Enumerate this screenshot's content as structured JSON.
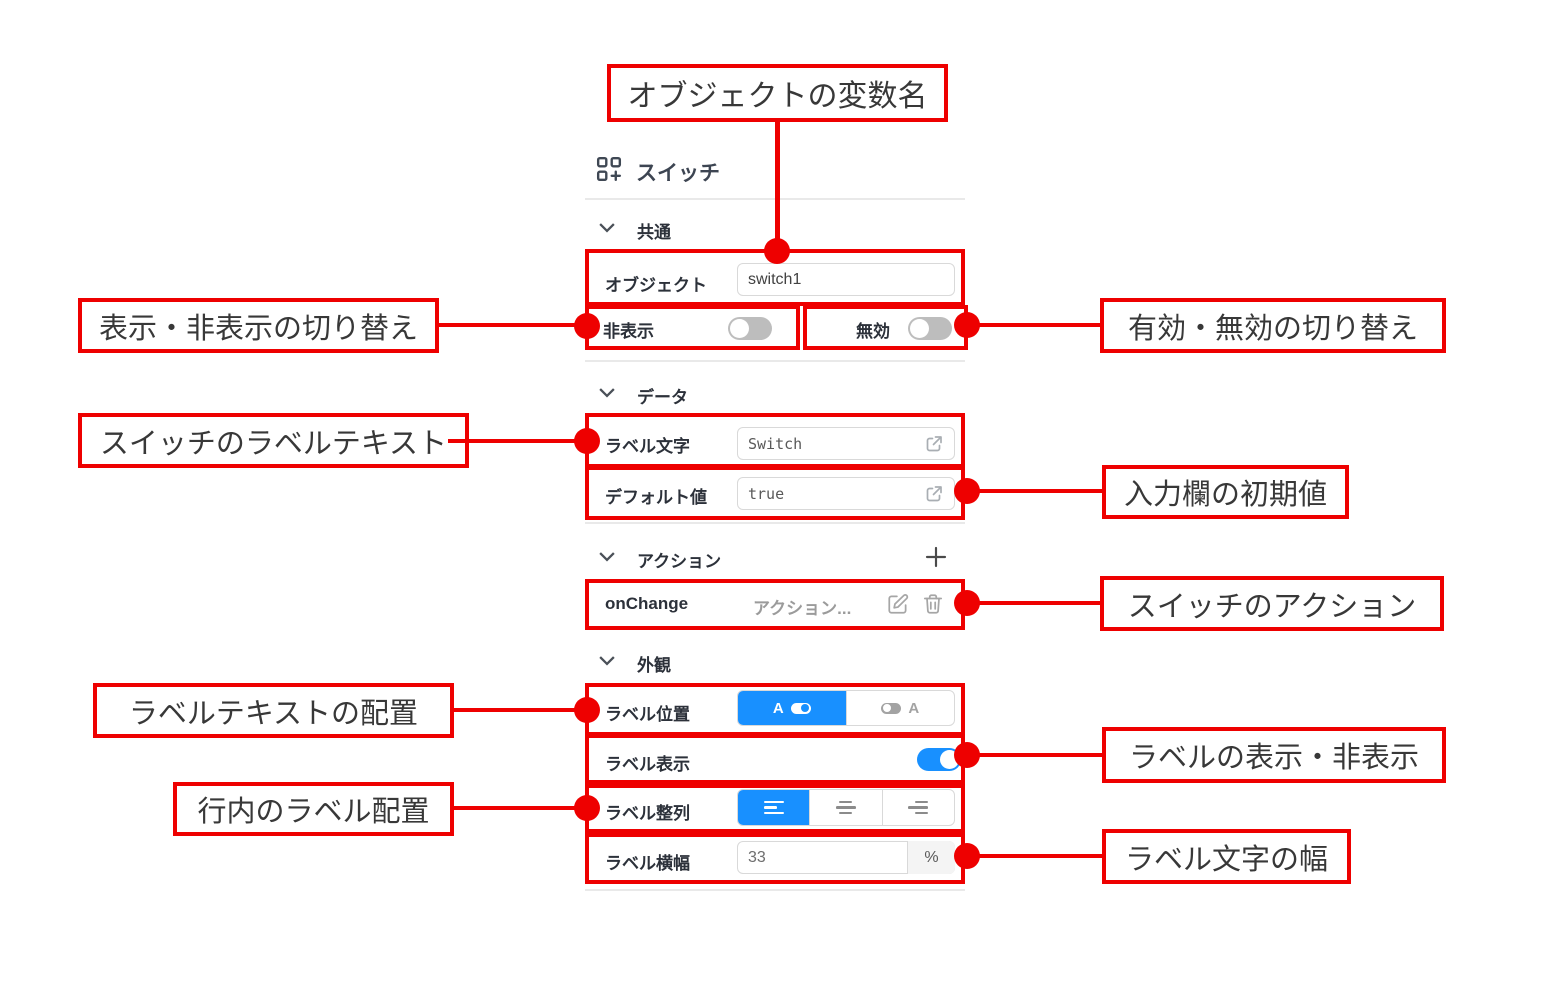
{
  "colors": {
    "red": "#ee0000",
    "blue": "#1890ff"
  },
  "panel": {
    "title": "スイッチ",
    "section_common": "共通",
    "section_data": "データ",
    "section_action": "アクション",
    "section_appearance": "外観",
    "object_label": "オブジェクト",
    "object_value": "switch1",
    "hidden_label": "非表示",
    "hidden_state": "off",
    "disabled_label": "無効",
    "disabled_state": "off",
    "label_text_label": "ラベル文字",
    "label_text_value": "Switch",
    "default_label": "デフォルト値",
    "default_value": "true",
    "onchange_label": "onChange",
    "onchange_value": "アクション...",
    "label_position_label": "ラベル位置",
    "label_position_left_letter": "A",
    "label_position_right_letter": "A",
    "label_position_selected": "left",
    "label_show_label": "ラベル表示",
    "label_show_state": "on",
    "label_align_label": "ラベル整列",
    "label_align_selected": "left",
    "label_width_label": "ラベル横幅",
    "label_width_value": "33",
    "label_width_unit": "%"
  },
  "annotations": {
    "object_var": "オブジェクトの変数名",
    "show_hide": "表示・非表示の切り替え",
    "enable_disable": "有効・無効の切り替え",
    "switch_label_text": "スイッチのラベルテキスト",
    "input_initial": "入力欄の初期値",
    "switch_action": "スイッチのアクション",
    "label_text_placement": "ラベルテキストの配置",
    "label_show_hide": "ラベルの表示・非表示",
    "inline_label_placement": "行内のラベル配置",
    "label_text_width": "ラベル文字の幅"
  }
}
